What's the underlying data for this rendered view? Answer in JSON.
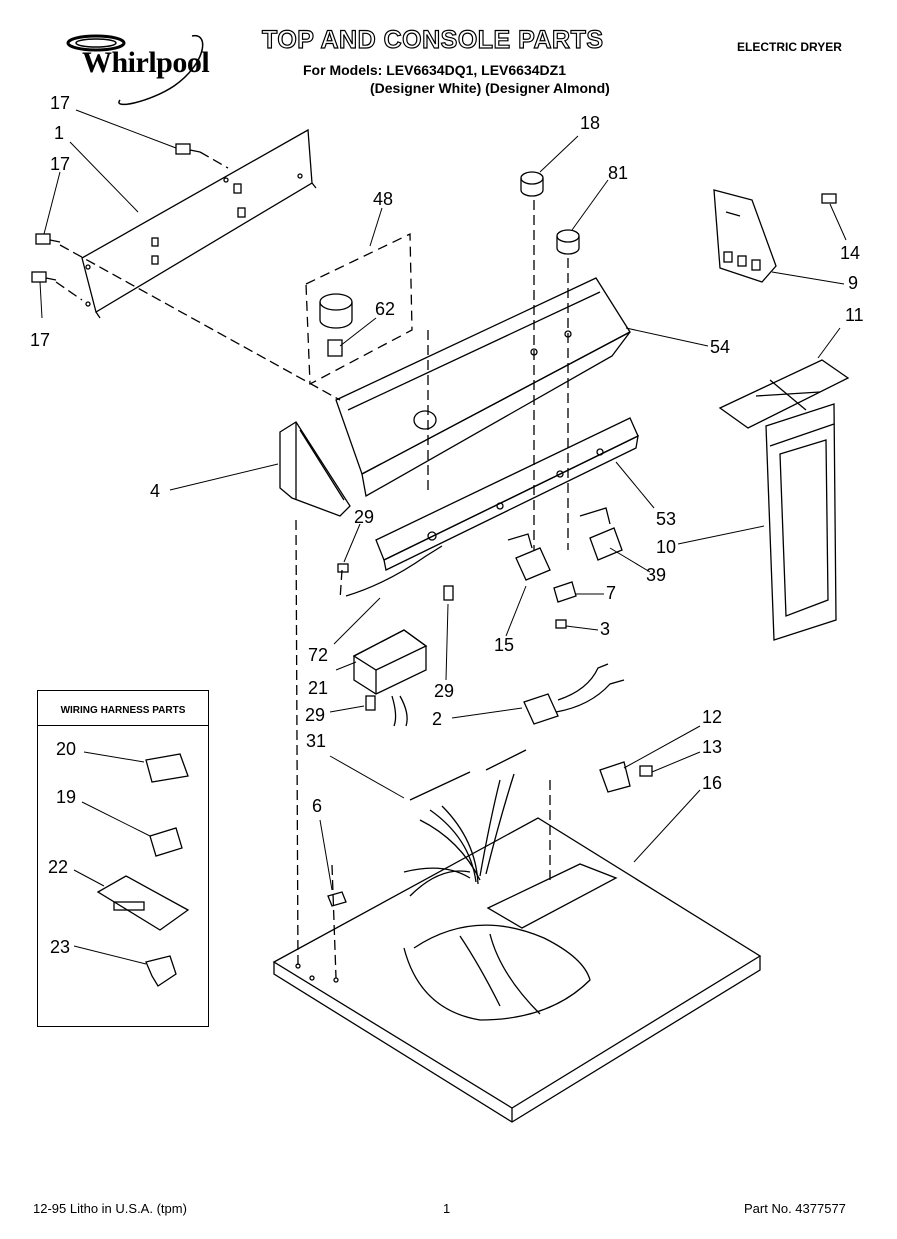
{
  "header": {
    "brand": "Whirlpool",
    "title": "TOP AND CONSOLE PARTS",
    "models_line": "For Models: LEV6634DQ1, LEV6634DZ1",
    "variants_line": "(Designer White)  (Designer Almond)",
    "appliance_type": "ELECTRIC DRYER"
  },
  "inset": {
    "title": "WIRING HARNESS PARTS"
  },
  "callouts": [
    "17",
    "1",
    "17",
    "17",
    "48",
    "62",
    "18",
    "81",
    "14",
    "9",
    "11",
    "54",
    "4",
    "29",
    "53",
    "10",
    "39",
    "7",
    "3",
    "15",
    "72",
    "21",
    "29",
    "29",
    "2",
    "12",
    "13",
    "31",
    "16",
    "6",
    "20",
    "19",
    "22",
    "23"
  ],
  "footer": {
    "print_info": "12-95 Litho in U.S.A. (tpm)",
    "page_number": "1",
    "part_number": "Part No. 4377577"
  }
}
